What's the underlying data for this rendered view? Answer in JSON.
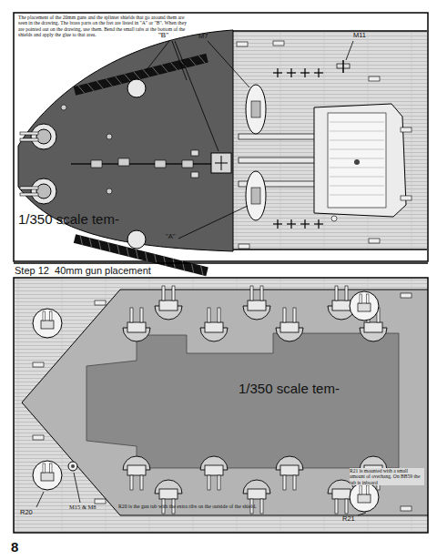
{
  "diagram": {
    "title": "Step 12  40mm gun placement",
    "labels": [
      "The placement of the 20mm guns and the splinter shields that go around them are seen in the drawing. The brass parts on the fret are listed in \"A\" or \"B\". When they are pointed out on the drawing, use them. Bend the small tabs at the bottom of the shields and apply the glue to that area.",
      "\"B\"",
      "M7",
      "M11",
      "1/350 scale tem-",
      "\"A\"",
      "1/350 scale tem-",
      "R20",
      "M15 & M8",
      "R20 is the gun tub with the extra ribs on the outside of the shield.",
      "R21 is mounted with a small amount of overhang. On BB59 the tub is inboard",
      "R21",
      "8"
    ]
  }
}
